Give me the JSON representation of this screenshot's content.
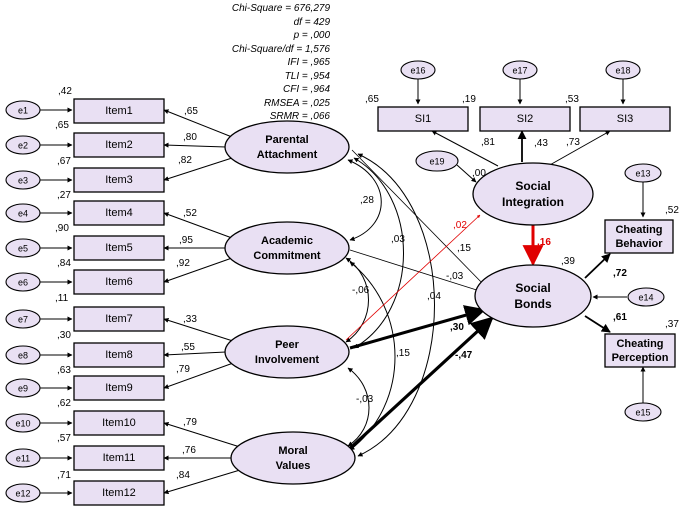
{
  "fit_stats": [
    "Chi-Square = 676,279",
    "df = 429",
    "p = ,000",
    "Chi-Square/df = 1,576",
    "IFI = ,965",
    "TLI = ,954",
    "CFI = ,964",
    "RMSEA = ,025",
    "SRMR = ,066"
  ],
  "latents": {
    "parental": [
      "Parental",
      "Attachment"
    ],
    "academic": [
      "Academic",
      "Commitment"
    ],
    "peer": [
      "Peer",
      "Involvement"
    ],
    "moral": [
      "Moral",
      "Values"
    ],
    "social_integration": [
      "Social",
      "Integration"
    ],
    "social_bonds": [
      "Social",
      "Bonds"
    ]
  },
  "items": [
    "Item1",
    "Item2",
    "Item3",
    "Item4",
    "Item5",
    "Item6",
    "Item7",
    "Item8",
    "Item9",
    "Item10",
    "Item11",
    "Item12"
  ],
  "item_errors": [
    "e1",
    "e2",
    "e3",
    "e4",
    "e5",
    "e6",
    "e7",
    "e8",
    "e9",
    "e10",
    "e11",
    "e12"
  ],
  "item_r2": [
    ",42",
    ",65",
    ",67",
    ",27",
    ",90",
    ",84",
    ",11",
    ",30",
    ",63",
    ",62",
    ",57",
    ",71"
  ],
  "item_loadings": [
    ",65",
    ",80",
    ",82",
    ",52",
    ",95",
    ",92",
    ",33",
    ",55",
    ",79",
    ",79",
    ",76",
    ",84"
  ],
  "si_items": [
    "SI1",
    "SI2",
    "SI3"
  ],
  "si_errors": [
    "e16",
    "e17",
    "e18"
  ],
  "si_r2": [
    ",65",
    ",19",
    ",53"
  ],
  "si_loadings": [
    ",81",
    ",43",
    ",73"
  ],
  "cheating_behavior": [
    "Cheating",
    "Behavior"
  ],
  "cheating_perception": [
    "Cheating",
    "Perception"
  ],
  "other_errors": {
    "e19": "e19",
    "e13": "e13",
    "e14": "e14",
    "e15": "e15"
  },
  "paths": {
    "e19_to_si": ",00",
    "pe_to_si": ",02",
    "si_to_sb": ",16",
    "pa_to_sb": ",15",
    "ac_to_sb": "-,03",
    "pe_to_sb": ",30",
    "mv_to_sb": "-,47",
    "sb_to_cb": ",72",
    "sb_to_cp": ",61"
  },
  "sb_r2": ",39",
  "cb_r2": ",52",
  "cp_r2": ",37",
  "covariances": {
    "pa_ac": ",28",
    "pa_pe": ",03",
    "pa_mv": ",04",
    "ac_pe": "-,06",
    "ac_mv": ",15",
    "pe_mv": "-,03"
  },
  "colors": {
    "node_fill": "#e9e0f3",
    "highlight": "#e00000"
  }
}
